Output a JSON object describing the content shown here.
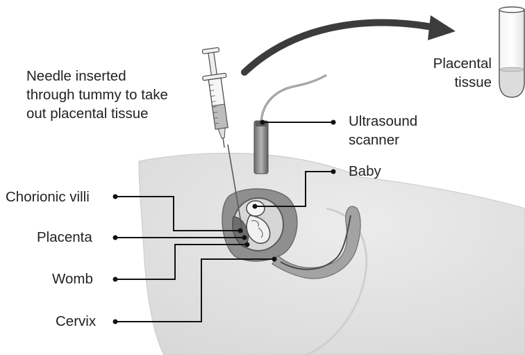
{
  "labels": {
    "needle": "Needle inserted\nthrough tummy to take\nout placental tissue",
    "placental_tissue": "Placental\ntissue",
    "ultrasound": "Ultrasound\nscanner",
    "baby": "Baby",
    "chorionic_villi": "Chorionic villi",
    "placenta": "Placenta",
    "womb": "Womb",
    "cervix": "Cervix"
  },
  "colors": {
    "body_fill": "#e6e6e6",
    "womb_fill": "#9a9a9a",
    "amniotic_fill": "#d4d4d4",
    "leader_lines": "#111111",
    "arrow": "#3c3c3c",
    "sample_fluid": "#dcdcdc"
  },
  "icons": {
    "syringe": "syringe-icon",
    "ultrasound_probe": "ultrasound-probe-icon",
    "test_tube": "test-tube-icon",
    "fetus": "fetus-icon"
  }
}
